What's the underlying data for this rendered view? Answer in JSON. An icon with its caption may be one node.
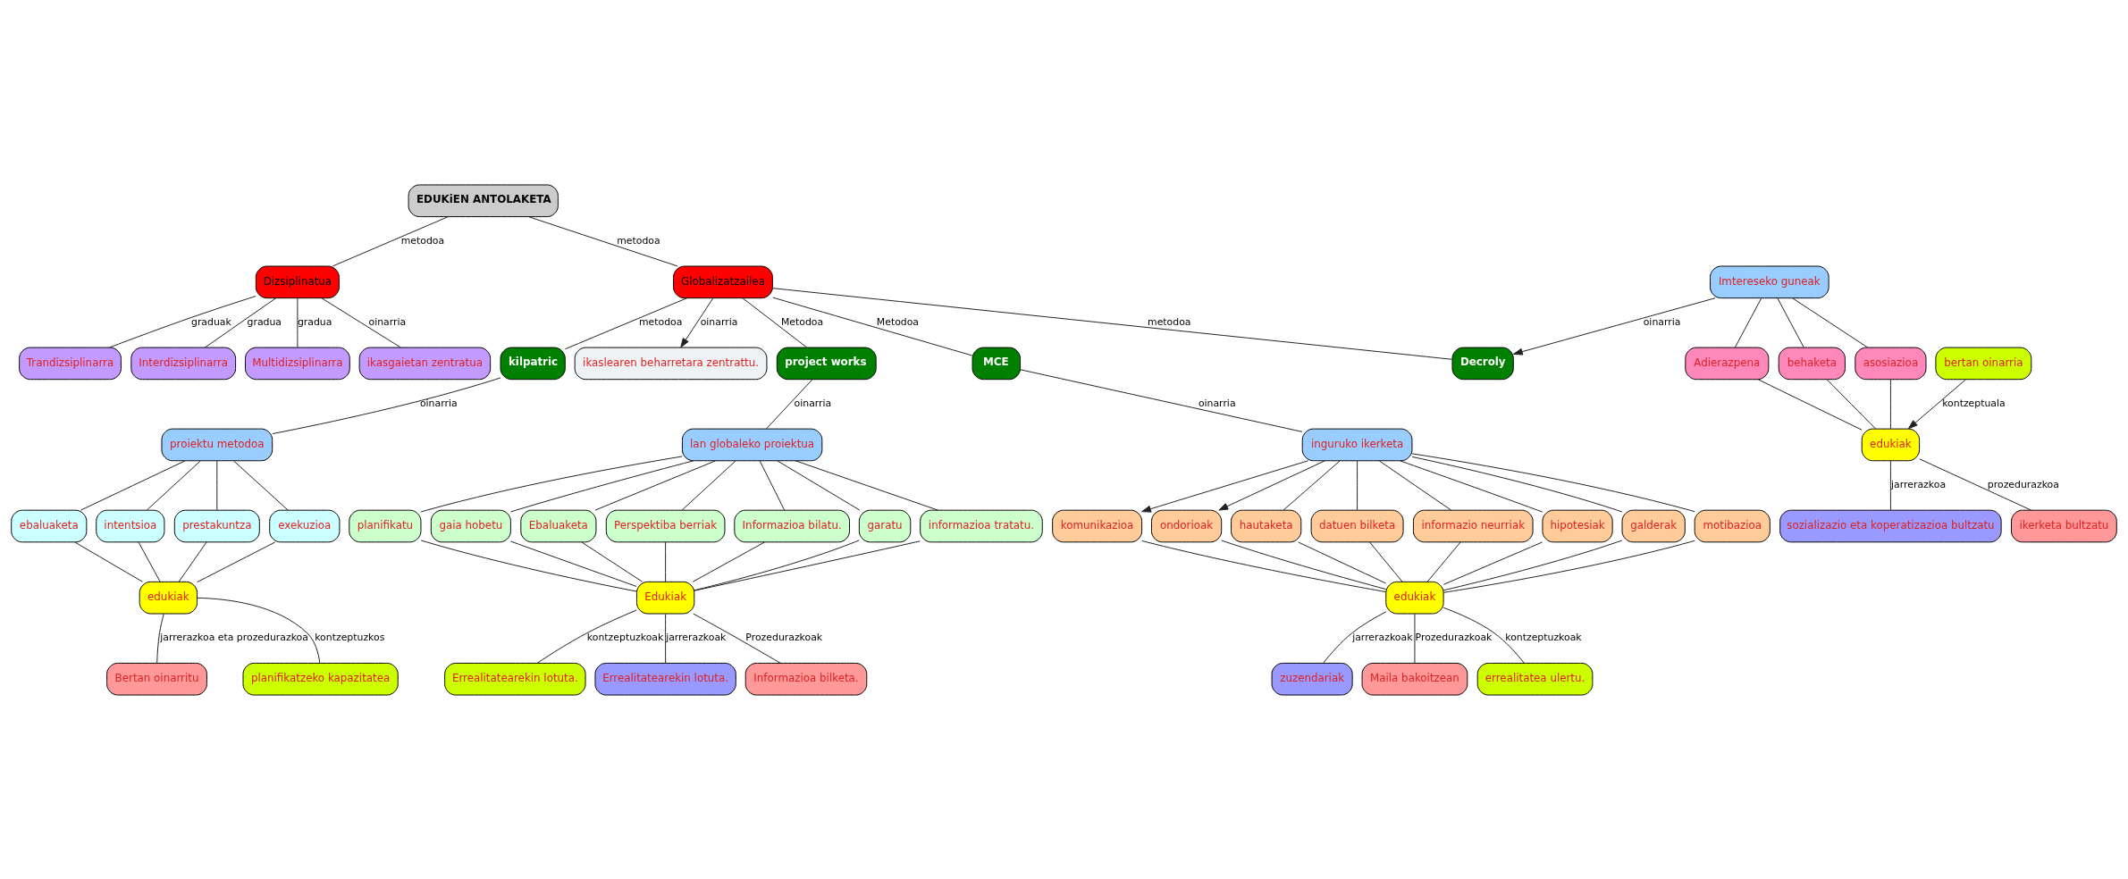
{
  "diagram": {
    "nodes": [
      {
        "text": [
          "EDUKiEN ANTOLAKETA"
        ]
      },
      {
        "text": [
          "Dizsiplinatua"
        ]
      },
      {
        "text": [
          "Globalizatzailea"
        ]
      },
      {
        "text": [
          "ikaslearen beharretara zentrattu."
        ]
      },
      {
        "text": [
          "ikasgaietan zentratua"
        ]
      },
      {
        "text": [
          "Trandizsiplinarra"
        ]
      },
      {
        "text": [
          "Interdizsiplinarra"
        ]
      },
      {
        "text": [
          "Multidizsiplinarra"
        ]
      },
      {
        "text": [
          "project works"
        ]
      },
      {
        "text": [
          "MCE"
        ]
      },
      {
        "text": [
          "Decroly"
        ]
      },
      {
        "text": [
          "kilpatric"
        ]
      },
      {
        "text": [
          "lan globaleko proiektua"
        ]
      },
      {
        "text": [
          "inguruko ikerketa"
        ]
      },
      {
        "text": [
          "Imtereseko guneak"
        ]
      },
      {
        "text": [
          "proiektu metodoa"
        ]
      },
      {
        "text": [
          "Ebaluaketa"
        ]
      },
      {
        "text": [
          "Perspektiba berriak"
        ]
      },
      {
        "text": [
          "Informazioa bilatu."
        ]
      },
      {
        "text": [
          "garatu"
        ]
      },
      {
        "text": [
          "informazioa tratatu."
        ]
      },
      {
        "text": [
          "planifikatu"
        ]
      },
      {
        "text": [
          "gaia hobetu"
        ]
      },
      {
        "text": [
          "Edukiak"
        ]
      },
      {
        "text": [
          "Errealitatearekin lotuta."
        ]
      },
      {
        "text": [
          "Informazioa bilketa."
        ]
      },
      {
        "text": [
          "Errealitatearekin lotuta."
        ]
      },
      {
        "text": [
          "komunikazioa"
        ]
      },
      {
        "text": [
          "ondorioak"
        ]
      },
      {
        "text": [
          "hautaketa"
        ]
      },
      {
        "text": [
          "datuen bilketa"
        ]
      },
      {
        "text": [
          "informazio neurriak"
        ]
      },
      {
        "text": [
          "hipotesiak"
        ]
      },
      {
        "text": [
          "galderak"
        ]
      },
      {
        "text": [
          "motibazioa"
        ]
      },
      {
        "text": [
          "edukiak"
        ]
      },
      {
        "text": [
          "Maila bakoitzean"
        ]
      },
      {
        "text": [
          "errealitatea ulertu."
        ]
      },
      {
        "text": [
          "zuzendariak"
        ]
      },
      {
        "text": [
          "behaketa"
        ]
      },
      {
        "text": [
          "asosiazioa"
        ]
      },
      {
        "text": [
          "Adierazpena"
        ]
      },
      {
        "text": [
          "edukiak"
        ]
      },
      {
        "text": [
          "bertan oinarria"
        ]
      },
      {
        "text": [
          "ikerketa bultzatu"
        ]
      },
      {
        "text": [
          "sozializazio eta koperatizazioa bultzatu"
        ]
      },
      {
        "text": [
          "intentsioa"
        ]
      },
      {
        "text": [
          "prestakuntza"
        ]
      },
      {
        "text": [
          "exekuzioa"
        ]
      },
      {
        "text": [
          "ebaluaketa"
        ]
      },
      {
        "text": [
          "edukiak"
        ]
      },
      {
        "text": [
          "Bertan oinarritu"
        ]
      },
      {
        "text": [
          "planifikatzeko kapazitatea"
        ]
      }
    ],
    "edges": [
      {
        "from": 0,
        "to": 1,
        "arrow": "none",
        "label": "metodoa"
      },
      {
        "from": 0,
        "to": 2,
        "arrow": "none",
        "label": "metodoa"
      },
      {
        "from": 2,
        "to": 3,
        "arrow": "to",
        "label": "oinarria"
      },
      {
        "from": 1,
        "to": 4,
        "arrow": "none",
        "label": "oinarria"
      },
      {
        "from": 1,
        "to": 5,
        "arrow": "none",
        "label": "graduak"
      },
      {
        "from": 1,
        "to": 6,
        "arrow": "none",
        "label": "gradua"
      },
      {
        "from": 1,
        "to": 7,
        "arrow": "none",
        "label": "gradua"
      },
      {
        "from": 2,
        "to": 8,
        "arrow": "none",
        "label": "Metodoa"
      },
      {
        "from": 2,
        "to": 9,
        "arrow": "none",
        "label": "Metodoa"
      },
      {
        "from": 2,
        "to": 10,
        "arrow": "none",
        "label": "metodoa"
      },
      {
        "from": 2,
        "to": 11,
        "arrow": "none",
        "label": "metodoa"
      },
      {
        "from": 8,
        "to": 12,
        "arrow": "none",
        "label": "oinarria"
      },
      {
        "from": 9,
        "to": 13,
        "arrow": "none",
        "label": "oinarria"
      },
      {
        "from": 14,
        "to": 10,
        "arrow": "to",
        "label": "oinarria"
      },
      {
        "from": 11,
        "to": 15,
        "arrow": "none",
        "label": "oinarria"
      },
      {
        "from": 12,
        "to": 16,
        "arrow": "none"
      },
      {
        "from": 12,
        "to": 17,
        "arrow": "none"
      },
      {
        "from": 12,
        "to": 18,
        "arrow": "none"
      },
      {
        "from": 12,
        "to": 19,
        "arrow": "none"
      },
      {
        "from": 12,
        "to": 20,
        "arrow": "none"
      },
      {
        "from": 12,
        "to": 21,
        "arrow": "none"
      },
      {
        "from": 12,
        "to": 22,
        "arrow": "none"
      },
      {
        "from": 16,
        "to": 23,
        "arrow": "none"
      },
      {
        "from": 17,
        "to": 23,
        "arrow": "none"
      },
      {
        "from": 18,
        "to": 23,
        "arrow": "none"
      },
      {
        "from": 19,
        "to": 23,
        "arrow": "none"
      },
      {
        "from": 20,
        "to": 23,
        "arrow": "none"
      },
      {
        "from": 21,
        "to": 23,
        "arrow": "none"
      },
      {
        "from": 22,
        "to": 23,
        "arrow": "none"
      },
      {
        "from": 23,
        "to": 24,
        "arrow": "none",
        "label": "jarrerazkoak"
      },
      {
        "from": 23,
        "to": 25,
        "arrow": "none",
        "label": "Prozedurazkoak"
      },
      {
        "from": 23,
        "to": 26,
        "arrow": "none",
        "label": "kontzeptuzkoak"
      },
      {
        "from": 13,
        "to": 27,
        "arrow": "to"
      },
      {
        "from": 13,
        "to": 28,
        "arrow": "to"
      },
      {
        "from": 13,
        "to": 29,
        "arrow": "none"
      },
      {
        "from": 13,
        "to": 30,
        "arrow": "none"
      },
      {
        "from": 13,
        "to": 31,
        "arrow": "none"
      },
      {
        "from": 13,
        "to": 32,
        "arrow": "none"
      },
      {
        "from": 13,
        "to": 33,
        "arrow": "none"
      },
      {
        "from": 13,
        "to": 34,
        "arrow": "none"
      },
      {
        "from": 27,
        "to": 35,
        "arrow": "none"
      },
      {
        "from": 28,
        "to": 35,
        "arrow": "none"
      },
      {
        "from": 29,
        "to": 35,
        "arrow": "none"
      },
      {
        "from": 30,
        "to": 35,
        "arrow": "none"
      },
      {
        "from": 31,
        "to": 35,
        "arrow": "none"
      },
      {
        "from": 32,
        "to": 35,
        "arrow": "none"
      },
      {
        "from": 33,
        "to": 35,
        "arrow": "none"
      },
      {
        "from": 34,
        "to": 35,
        "arrow": "none"
      },
      {
        "from": 35,
        "to": 36,
        "arrow": "none",
        "label": "Prozedurazkoak"
      },
      {
        "from": 35,
        "to": 37,
        "arrow": "none",
        "label": "kontzeptuzkoak"
      },
      {
        "from": 35,
        "to": 38,
        "arrow": "none",
        "label": "jarrerazkoak"
      },
      {
        "from": 14,
        "to": 39,
        "arrow": "none"
      },
      {
        "from": 14,
        "to": 40,
        "arrow": "none"
      },
      {
        "from": 14,
        "to": 41,
        "arrow": "none"
      },
      {
        "from": 39,
        "to": 42,
        "arrow": "none"
      },
      {
        "from": 40,
        "to": 42,
        "arrow": "none"
      },
      {
        "from": 41,
        "to": 42,
        "arrow": "none"
      },
      {
        "from": 43,
        "to": 42,
        "arrow": "to",
        "label": "kontzeptuala"
      },
      {
        "from": 42,
        "to": 44,
        "arrow": "none",
        "label": "prozedurazkoa"
      },
      {
        "from": 42,
        "to": 45,
        "arrow": "none",
        "label": "jarrerazkoa"
      },
      {
        "from": 15,
        "to": 46,
        "arrow": "none"
      },
      {
        "from": 15,
        "to": 47,
        "arrow": "none"
      },
      {
        "from": 15,
        "to": 48,
        "arrow": "none"
      },
      {
        "from": 15,
        "to": 49,
        "arrow": "none"
      },
      {
        "from": 46,
        "to": 50,
        "arrow": "none"
      },
      {
        "from": 47,
        "to": 50,
        "arrow": "none"
      },
      {
        "from": 48,
        "to": 50,
        "arrow": "none"
      },
      {
        "from": 49,
        "to": 50,
        "arrow": "none"
      },
      {
        "from": 50,
        "to": 51,
        "arrow": "none",
        "label": "jarrerazkoa eta prozedurazkoa"
      },
      {
        "from": 50,
        "to": 52,
        "arrow": "none",
        "label": "kontzeptuzkos"
      }
    ]
  }
}
